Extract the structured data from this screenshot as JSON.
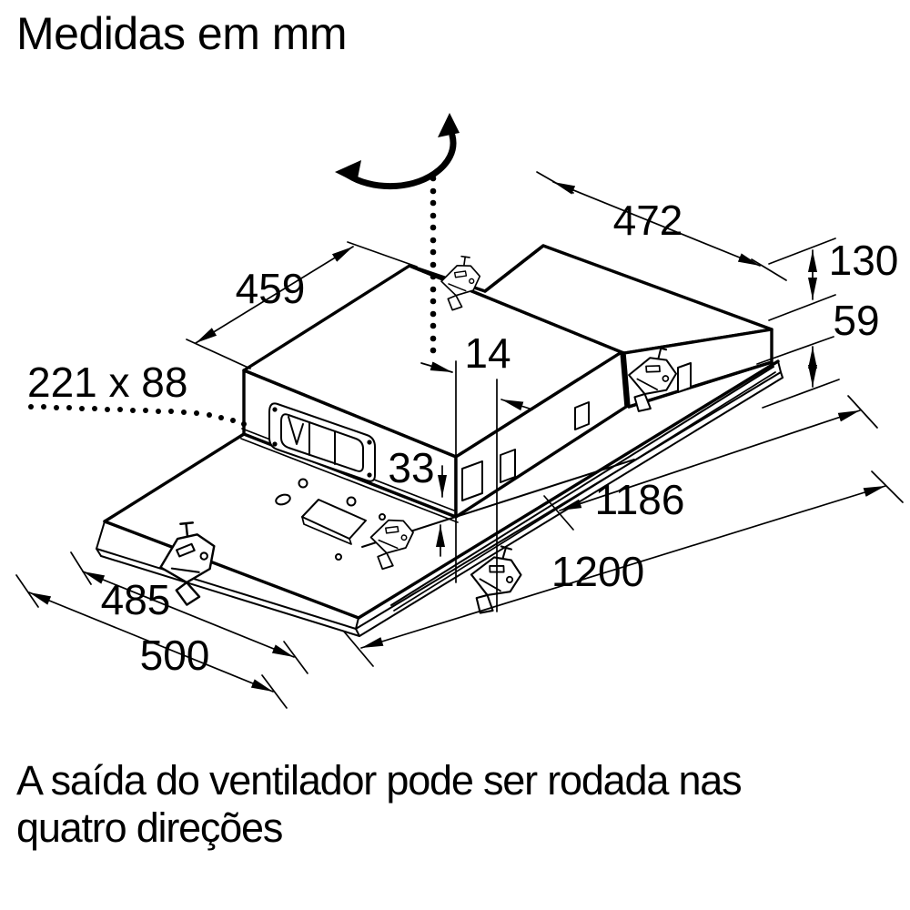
{
  "title": "Medidas em mm",
  "caption": {
    "line1": "A saída do ventilador pode ser rodada nas",
    "line2": "quatro direções"
  },
  "units": "mm",
  "dimensions": {
    "d472": "472",
    "d130": "130",
    "d59": "59",
    "d459": "459",
    "d221x88": "221 x 88",
    "d14": "14",
    "d33": "33",
    "d1186": "1186",
    "d1200": "1200",
    "d485": "485",
    "d500": "500"
  },
  "icons": {
    "rotation_arrow": "curved-double-arrow",
    "center_axis": "dotted-vertical-line"
  },
  "colors": {
    "line": "#000000",
    "background": "#ffffff"
  }
}
